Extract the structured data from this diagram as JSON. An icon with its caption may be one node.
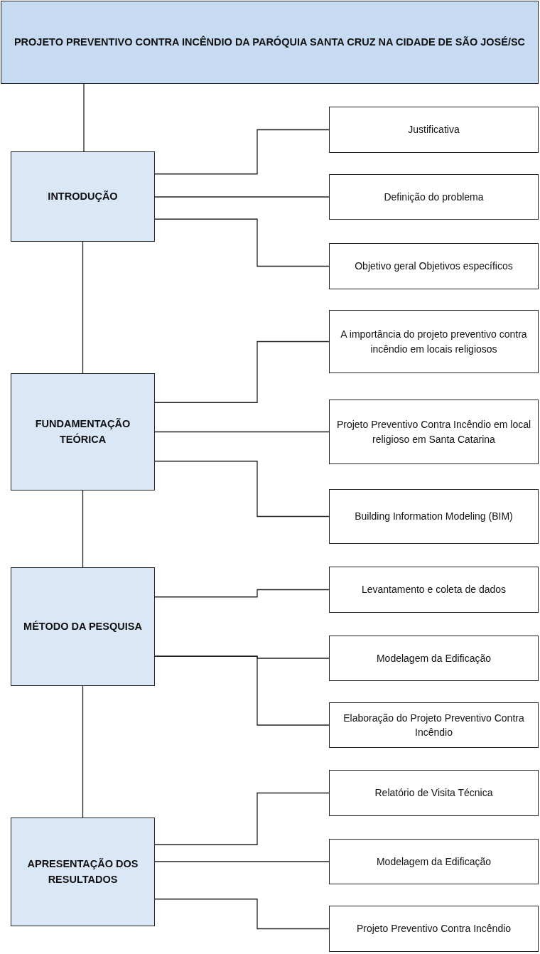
{
  "diagram": {
    "nodes": [
      {
        "text": [
          "PROJETO PREVENTIVO CONTRA INCÊNDIO DA PARÓQUIA SANTA CRUZ NA CIDADE DE SÃO JOSÉ/SC"
        ]
      },
      {
        "text": [
          "INTRODUÇÃO"
        ]
      },
      {
        "text": [
          "Justificativa"
        ]
      },
      {
        "text": [
          "Definição do problema"
        ]
      },
      {
        "text": [
          "Objetivo geral Objetivos específicos"
        ]
      },
      {
        "text": [
          "FUNDAMENTAÇÃO TEÓRICA"
        ]
      },
      {
        "text": [
          "A importância do projeto preventivo contra incêndio em locais religiosos"
        ]
      },
      {
        "text": [
          "Projeto Preventivo Contra Incêndio em local religioso em Santa Catarina"
        ]
      },
      {
        "text": [
          "Building Information Modeling (BIM)"
        ]
      },
      {
        "text": [
          "MÉTODO DA PESQUISA"
        ]
      },
      {
        "text": [
          "Levantamento e coleta de dados"
        ]
      },
      {
        "text": [
          "Modelagem da Edificação"
        ]
      },
      {
        "text": [
          "Elaboração do Projeto Preventivo Contra Incêndio"
        ]
      },
      {
        "text": [
          "APRESENTAÇÃO DOS RESULTADOS"
        ]
      },
      {
        "text": [
          "Relatório de Visita Técnica"
        ]
      },
      {
        "text": [
          "Modelagem da Edificação"
        ]
      },
      {
        "text": [
          "Projeto Preventivo Contra Incêndio"
        ]
      }
    ],
    "edges": [
      {
        "from": 0,
        "to": 1,
        "arrow": "none"
      },
      {
        "from": 1,
        "to": 5,
        "arrow": "none"
      },
      {
        "from": 5,
        "to": 9,
        "arrow": "none"
      },
      {
        "from": 9,
        "to": 13,
        "arrow": "none"
      },
      {
        "from": 1,
        "to": 2,
        "arrow": "none"
      },
      {
        "from": 1,
        "to": 3,
        "arrow": "none"
      },
      {
        "from": 1,
        "to": 4,
        "arrow": "none"
      },
      {
        "from": 5,
        "to": 6,
        "arrow": "none"
      },
      {
        "from": 5,
        "to": 7,
        "arrow": "none"
      },
      {
        "from": 5,
        "to": 8,
        "arrow": "none"
      },
      {
        "from": 9,
        "to": 10,
        "arrow": "none"
      },
      {
        "from": 9,
        "to": 11,
        "arrow": "none"
      },
      {
        "from": 9,
        "to": 12,
        "arrow": "none"
      },
      {
        "from": 13,
        "to": 14,
        "arrow": "none"
      },
      {
        "from": 13,
        "to": 15,
        "arrow": "none"
      },
      {
        "from": 13,
        "to": 16,
        "arrow": "none"
      }
    ]
  }
}
